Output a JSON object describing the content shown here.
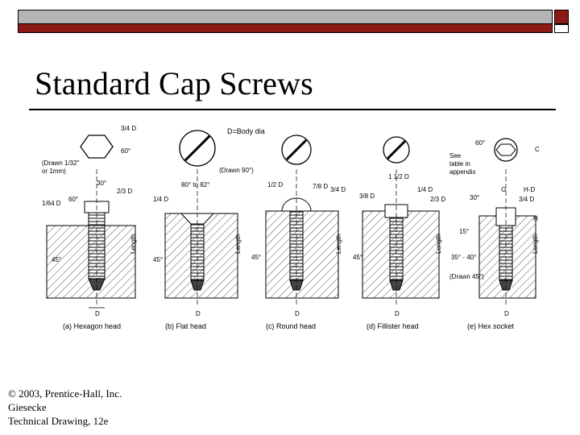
{
  "slide": {
    "title": "Standard Cap Screws",
    "credit_lines": [
      "© 2003, Prentice-Hall, Inc.",
      "Giesecke",
      "Technical Drawing, 12e"
    ]
  },
  "figure": {
    "body_dia_note": "D=Body dia",
    "table_note": [
      "See",
      "table in",
      "appendix"
    ],
    "screws": [
      {
        "caption": "(a) Hexagon head",
        "labels": [
          "3/4 D",
          "60°",
          "(Drawn 1/32\"",
          "or 1mm)",
          "30°",
          "2/3 D",
          "1/64 D",
          "60°",
          "45°",
          "Length",
          "D"
        ]
      },
      {
        "caption": "(b) Flat head",
        "labels": [
          "80° to 82°",
          "(Drawn 90°)",
          "1/4 D",
          "45°",
          "Length",
          "D"
        ]
      },
      {
        "caption": "(c) Round head",
        "labels": [
          "1/2 D",
          "7/8 D",
          "3/4 D",
          "45°",
          "Length",
          "D"
        ]
      },
      {
        "caption": "(d) Fillister head",
        "labels": [
          "1 1/2 D",
          "1/4 D",
          "2/3 D",
          "3/8 D",
          "45°",
          "Length",
          "D"
        ]
      },
      {
        "caption": "(e) Hex socket",
        "labels": [
          "60°",
          "C",
          "G",
          "H-D",
          "3/4 D",
          "30°",
          "H",
          "15°",
          "35° - 40°",
          "(Drawn 45°)",
          "Length",
          "D"
        ]
      }
    ]
  },
  "colors": {
    "red_bar": "#8b1a14",
    "gray_bar": "#b5b5b5"
  }
}
